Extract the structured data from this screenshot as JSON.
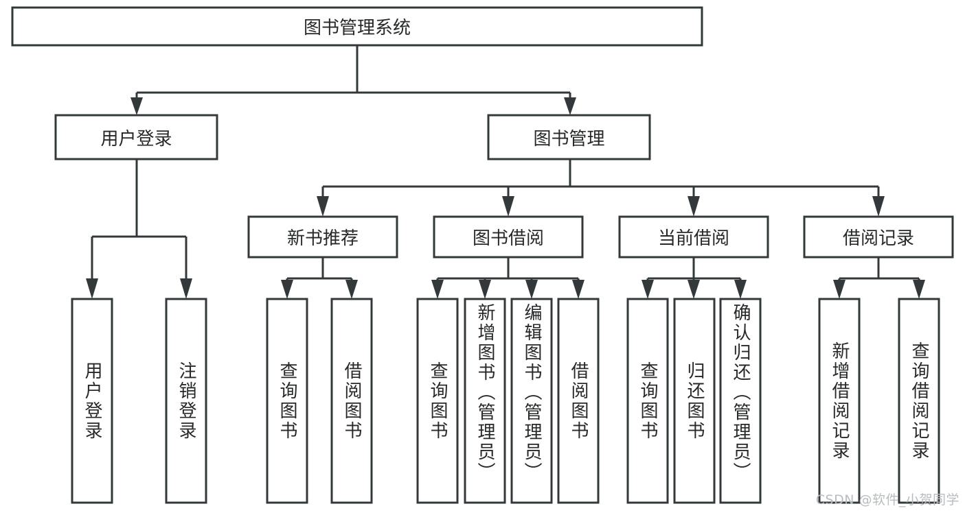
{
  "diagram": {
    "type": "hierarchy-tree",
    "title": "图书管理系统",
    "root": {
      "id": "root",
      "label": "图书管理系统"
    },
    "level2": [
      {
        "id": "user-login",
        "label": "用户登录"
      },
      {
        "id": "book-manage",
        "label": "图书管理"
      }
    ],
    "level3": [
      {
        "id": "new-book-recommend",
        "label": "新书推荐",
        "parent": "book-manage"
      },
      {
        "id": "book-borrow",
        "label": "图书借阅",
        "parent": "book-manage"
      },
      {
        "id": "current-borrow",
        "label": "当前借阅",
        "parent": "book-manage"
      },
      {
        "id": "borrow-record",
        "label": "借阅记录",
        "parent": "book-manage"
      }
    ],
    "leaves": [
      {
        "id": "leaf-user-login",
        "label": "用户登录",
        "parent": "user-login"
      },
      {
        "id": "leaf-logout-login",
        "label": "注销登录",
        "parent": "user-login"
      },
      {
        "id": "leaf-query-book-1",
        "label": "查询图书",
        "parent": "new-book-recommend"
      },
      {
        "id": "leaf-borrow-book-1",
        "label": "借阅图书",
        "parent": "new-book-recommend"
      },
      {
        "id": "leaf-query-book-2",
        "label": "查询图书",
        "parent": "book-borrow"
      },
      {
        "id": "leaf-add-book",
        "label": "新增图书（管理员）",
        "parent": "book-borrow"
      },
      {
        "id": "leaf-edit-book",
        "label": "编辑图书（管理员）",
        "parent": "book-borrow"
      },
      {
        "id": "leaf-borrow-book-2",
        "label": "借阅图书",
        "parent": "book-borrow"
      },
      {
        "id": "leaf-query-book-3",
        "label": "查询图书",
        "parent": "current-borrow"
      },
      {
        "id": "leaf-return-book",
        "label": "归还图书",
        "parent": "current-borrow"
      },
      {
        "id": "leaf-confirm-return",
        "label": "确认归还（管理员）",
        "parent": "current-borrow"
      },
      {
        "id": "leaf-add-record",
        "label": "新增借阅记录",
        "parent": "borrow-record"
      },
      {
        "id": "leaf-query-record",
        "label": "查询借阅记录",
        "parent": "borrow-record"
      }
    ],
    "colors": {
      "stroke": "#33383b",
      "fill": "#ffffff",
      "text": "#26282a",
      "watermark": "#b9bcbe",
      "background": "#ffffff"
    }
  },
  "watermark": {
    "text": "CSDN @软件_小贺同学"
  }
}
